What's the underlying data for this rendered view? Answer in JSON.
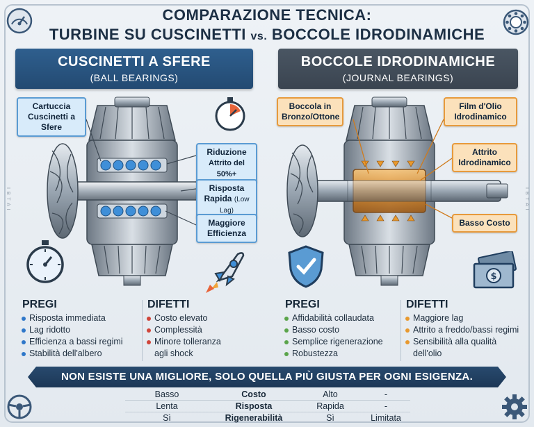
{
  "title": {
    "line1": "COMPARAZIONE TECNICA:",
    "line2_a": "TURBINE SU CUSCINETTI",
    "line2_vs": "vs.",
    "line2_b": "BOCCOLE IDRODINAMICHE"
  },
  "left_panel": {
    "header": "CUSCINETTI A SFERE",
    "subheader": "(BALL BEARINGS)",
    "callouts": {
      "cartridge": "Cartuccia Cuscinetti a Sfere",
      "friction": "Riduzione",
      "friction_detail": "Attrito del 50%+",
      "response": "Risposta Rapida",
      "response_detail": "(Low Lag)",
      "efficiency": "Maggiore Efficienza"
    },
    "pros_title": "PREGI",
    "pros": [
      "Risposta immediata",
      "Lag ridotto",
      "Efficienza a bassi regimi",
      "Stabilità dell'albero"
    ],
    "cons_title": "DIFETTI",
    "cons": [
      "Costo elevato",
      "Complessità",
      "Minore tolleranza",
      "agli shock"
    ]
  },
  "right_panel": {
    "header": "BOCCOLE IDRODINAMICHE",
    "subheader": "(JOURNAL BEARINGS)",
    "callouts": {
      "bushing": "Boccola in Bronzo/Ottone",
      "oil_film": "Film d'Olio Idrodinamico",
      "friction": "Attrito Idrodinamico",
      "cost": "Basso Costo"
    },
    "pros_title": "PREGI",
    "pros": [
      "Affidabilità collaudata",
      "Basso costo",
      "Semplice rigenerazione",
      "Robustezza"
    ],
    "cons_title": "DIFETTI",
    "cons": [
      "Maggiore lag",
      "Attrito a freddo/bassi regimi",
      "Sensibilità alla qualità",
      "dell'olio"
    ]
  },
  "banner": "NON ESISTE UNA MIGLIORE, SOLO QUELLA PIÙ GIUSTA PER OGNI ESIGENZA.",
  "comparison_table": [
    [
      "Basso",
      "Costo",
      "Alto",
      "-"
    ],
    [
      "Lenta",
      "Risposta",
      "Rapida",
      "-"
    ],
    [
      "Sì",
      "Rigenerabilità",
      "Sì",
      "Limitata"
    ]
  ],
  "colors": {
    "left_accent": "#2f5f8e",
    "right_accent": "#4a5663",
    "blue_callout": "#5a9bd3",
    "orange_callout": "#e79a3c",
    "pro_dot_left": "#2e77c9",
    "con_dot": "#d0453a",
    "pro_dot_right": "#5aa44a",
    "con_dot_right": "#e8992e"
  }
}
